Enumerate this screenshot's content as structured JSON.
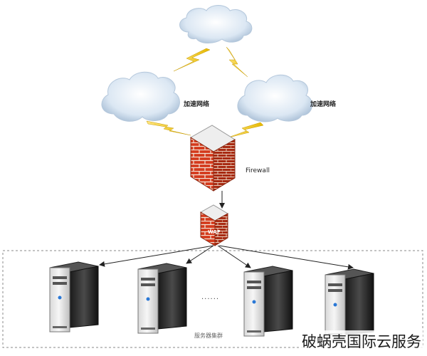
{
  "diagram": {
    "networks": [
      {
        "label": "加速网络"
      },
      {
        "label": "加速网络"
      }
    ],
    "firewall_label": "Firewall",
    "waf_label": "WAF",
    "cluster_label": "服务器集群",
    "ellipsis": "......",
    "watermark": "破蜗壳国际云服务"
  }
}
